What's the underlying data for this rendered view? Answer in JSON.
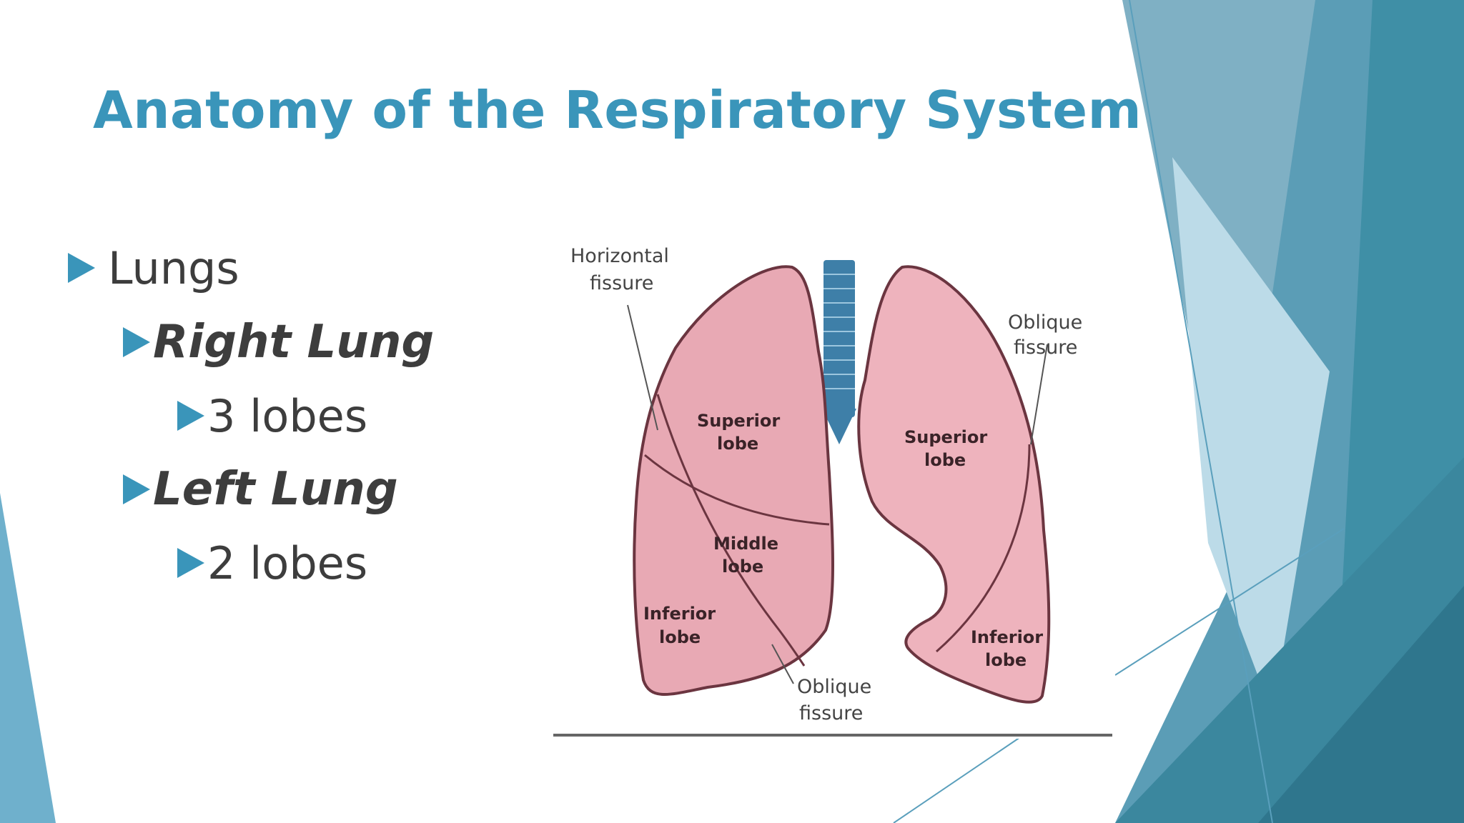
{
  "slide": {
    "title": "Anatomy of the Respiratory System",
    "bullets": [
      {
        "level": 1,
        "text": "Lungs"
      },
      {
        "level": 2,
        "text": "Right Lung"
      },
      {
        "level": 3,
        "text": "3 lobes"
      },
      {
        "level": 2,
        "text": "Left Lung"
      },
      {
        "level": 3,
        "text": "2 lobes"
      }
    ]
  },
  "figure": {
    "labels": {
      "horizontal_fissure_line1": "Horizontal",
      "horizontal_fissure_line2": "fissure",
      "oblique_fissure_right_line1": "Oblique",
      "oblique_fissure_right_line2": "fissure",
      "oblique_fissure_bottom_line1": "Oblique",
      "oblique_fissure_bottom_line2": "fissure",
      "right_superior_line1": "Superior",
      "right_superior_line2": "lobe",
      "middle_line1": "Middle",
      "middle_line2": "lobe",
      "right_inferior_line1": "Inferior",
      "right_inferior_line2": "lobe",
      "left_superior_line1": "Superior",
      "left_superior_line2": "lobe",
      "left_inferior_line1": "Inferior",
      "left_inferior_line2": "lobe"
    }
  },
  "theme": {
    "accent": "#3a95ba",
    "text": "#3d3d3d",
    "lung_fill": "#e8a9b4",
    "trachea": "#3e7fa8"
  }
}
